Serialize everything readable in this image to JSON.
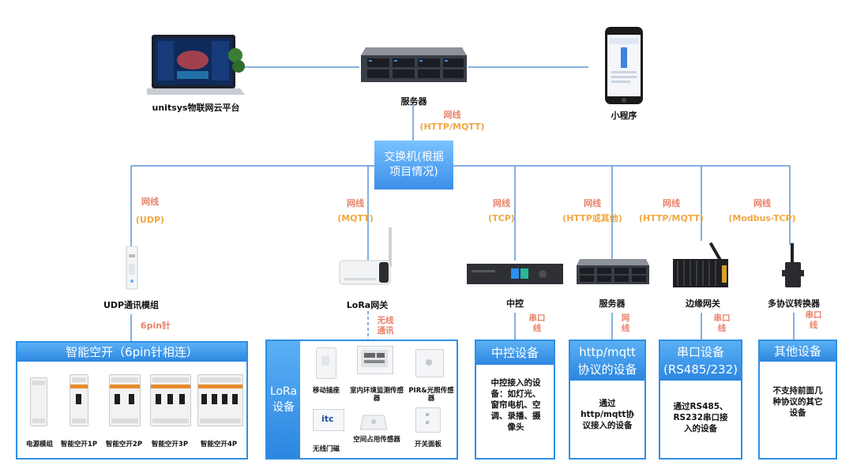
{
  "top": {
    "cloud_label": "unitsys物联网云平台",
    "server_label": "服务器",
    "mini_label": "小程序",
    "net_a": "网线",
    "net_b": "(HTTP/MQTT)"
  },
  "switch_label": "交换机(根据项目情况)",
  "branches": [
    {
      "net_a": "网线",
      "net_b": "(UDP)",
      "device": "UDP通讯模组",
      "link": "6pin针"
    },
    {
      "net_a": "网线",
      "net_b": "(MQTT)",
      "device": "LoRa网关",
      "link": "无线通讯"
    },
    {
      "net_a": "网线",
      "net_b": "(TCP)",
      "device": "中控",
      "link": "串口线"
    },
    {
      "net_a": "网线",
      "net_b": "(HTTP或其他)",
      "device": "服务器",
      "link": "网线"
    },
    {
      "net_a": "网线",
      "net_b": "(HTTP/MQTT)",
      "device": "边缘网关",
      "link": "串口线"
    },
    {
      "net_a": "网线",
      "net_b": "(Modbus-TCP)",
      "device": "多协议转换器",
      "link": "串口线"
    }
  ],
  "boxes": {
    "smart_switch": {
      "title": "智能空开（6pin针相连）",
      "items": [
        "电源模组",
        "智能空开1P",
        "智能空开2P",
        "智能空开3P",
        "智能空开4P"
      ]
    },
    "lora": {
      "title": "LoRa设备",
      "items": [
        "移动插座",
        "室内环境监测传感器",
        "PIR&光照传感器",
        "无线门磁",
        "空间占用传感器",
        "开关面板"
      ]
    },
    "central": {
      "title": "中控设备",
      "text": "中控接入的设备：如灯光、窗帘电机、空调、录播、摄像头"
    },
    "http": {
      "title_1": "http/mqtt",
      "title_2": "协议的设备",
      "text": "通过http/mqtt协议接入的设备"
    },
    "serial": {
      "title_1": "串口设备",
      "title_2": "(RS485/232)",
      "text": "通过RS485、RS232串口接入的设备"
    },
    "other": {
      "title": "其他设备",
      "text": "不支持前面几种协议的其它设备"
    }
  },
  "colors": {
    "line": "#5b95d9",
    "accent": "#2f8fe4",
    "net_label": "#e8826a",
    "protocol_label": "#f0a742"
  }
}
